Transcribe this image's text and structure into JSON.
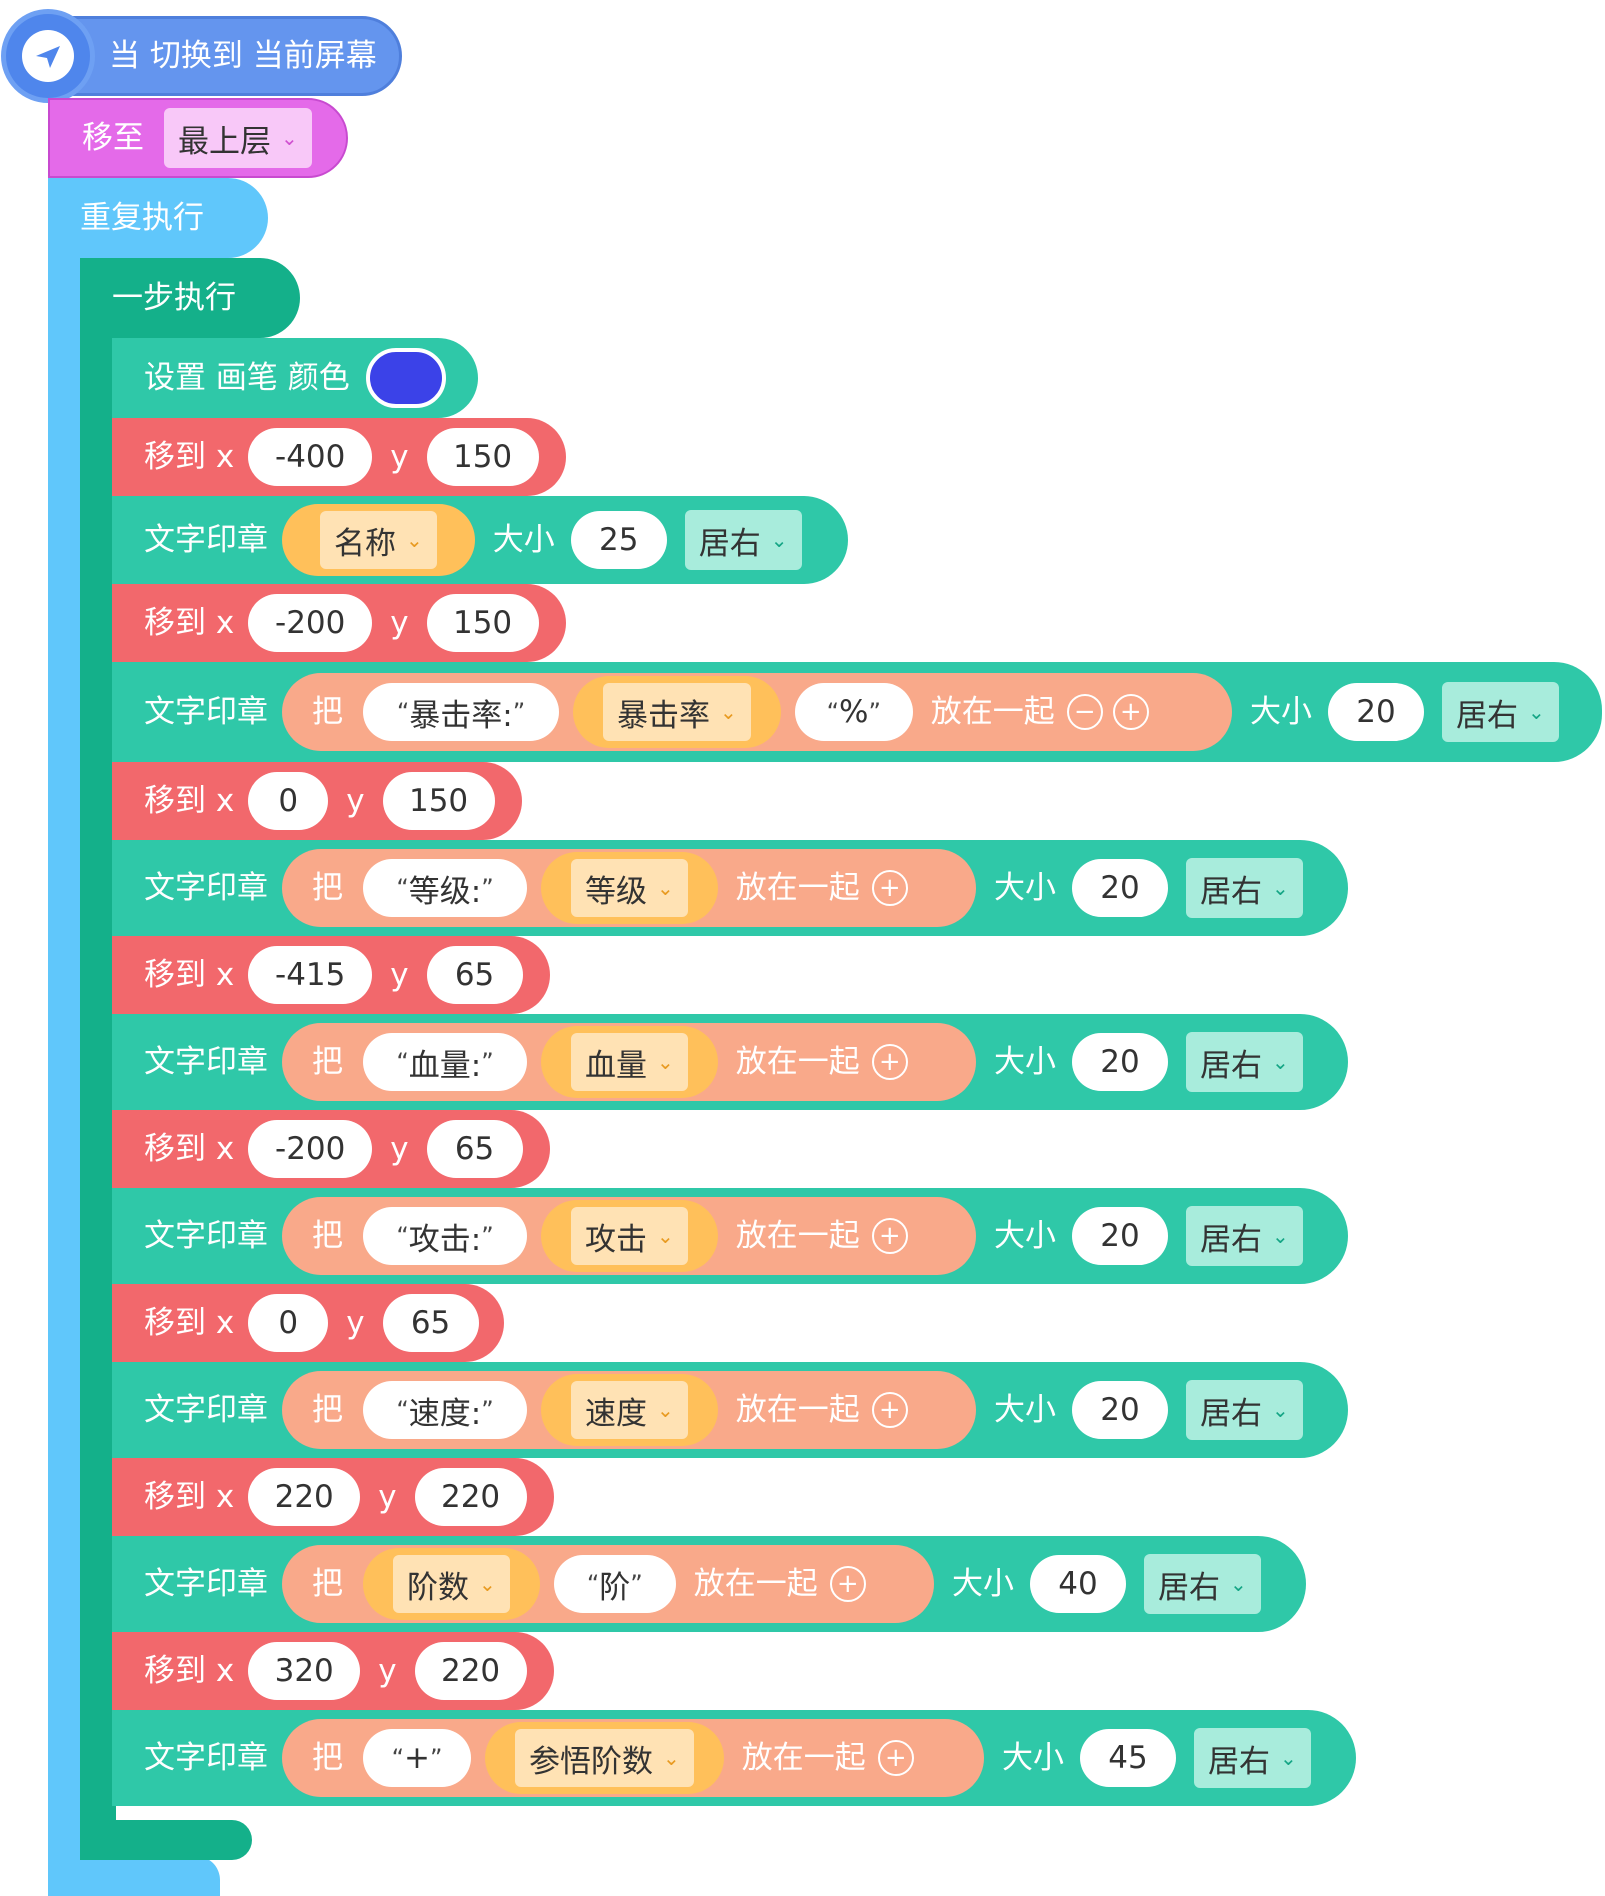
{
  "hat": {
    "label": "当 切换到 当前屏幕",
    "icon": "paper-plane-icon"
  },
  "moveto": {
    "label": "移至",
    "value": "最上层"
  },
  "repeat": {
    "label": "重复执行"
  },
  "step": {
    "label": "一步执行"
  },
  "pen": {
    "label": "设置 画笔 颜色",
    "color": "#3b42e8"
  },
  "labels": {
    "move": "移到 x",
    "y": "y",
    "stamp": "文字印章",
    "ba": "把",
    "join": "放在一起",
    "size": "大小",
    "align": "居右",
    "size_name_row": "大小"
  },
  "rows": [
    {
      "type": "move",
      "x": "-400",
      "y": "150"
    },
    {
      "type": "stamp_var",
      "var": "名称",
      "size": "25",
      "align": "居右"
    },
    {
      "type": "move",
      "x": "-200",
      "y": "150"
    },
    {
      "type": "stamp_join",
      "parts": [
        "暴击率:",
        "暴击率",
        "%"
      ],
      "size": "20",
      "align": "居右",
      "has_minus": true
    },
    {
      "type": "move",
      "x": "0",
      "y": "150"
    },
    {
      "type": "stamp_join",
      "parts": [
        "等级:",
        "等级"
      ],
      "size": "20",
      "align": "居右"
    },
    {
      "type": "move",
      "x": "-415",
      "y": "65"
    },
    {
      "type": "stamp_join",
      "parts": [
        "血量:",
        "血量"
      ],
      "size": "20",
      "align": "居右"
    },
    {
      "type": "move",
      "x": "-200",
      "y": "65"
    },
    {
      "type": "stamp_join",
      "parts": [
        "攻击:",
        "攻击"
      ],
      "size": "20",
      "align": "居右"
    },
    {
      "type": "move",
      "x": "0",
      "y": "65"
    },
    {
      "type": "stamp_join",
      "parts": [
        "速度:",
        "速度"
      ],
      "size": "20",
      "align": "居右"
    },
    {
      "type": "move",
      "x": "220",
      "y": "220"
    },
    {
      "type": "stamp_join",
      "parts": [
        "阶数",
        "阶"
      ],
      "size": "40",
      "align": "居右"
    },
    {
      "type": "move",
      "x": "320",
      "y": "220"
    },
    {
      "type": "stamp_join",
      "parts": [
        "+",
        "参悟阶数"
      ],
      "size": "45",
      "align": "居右"
    }
  ]
}
